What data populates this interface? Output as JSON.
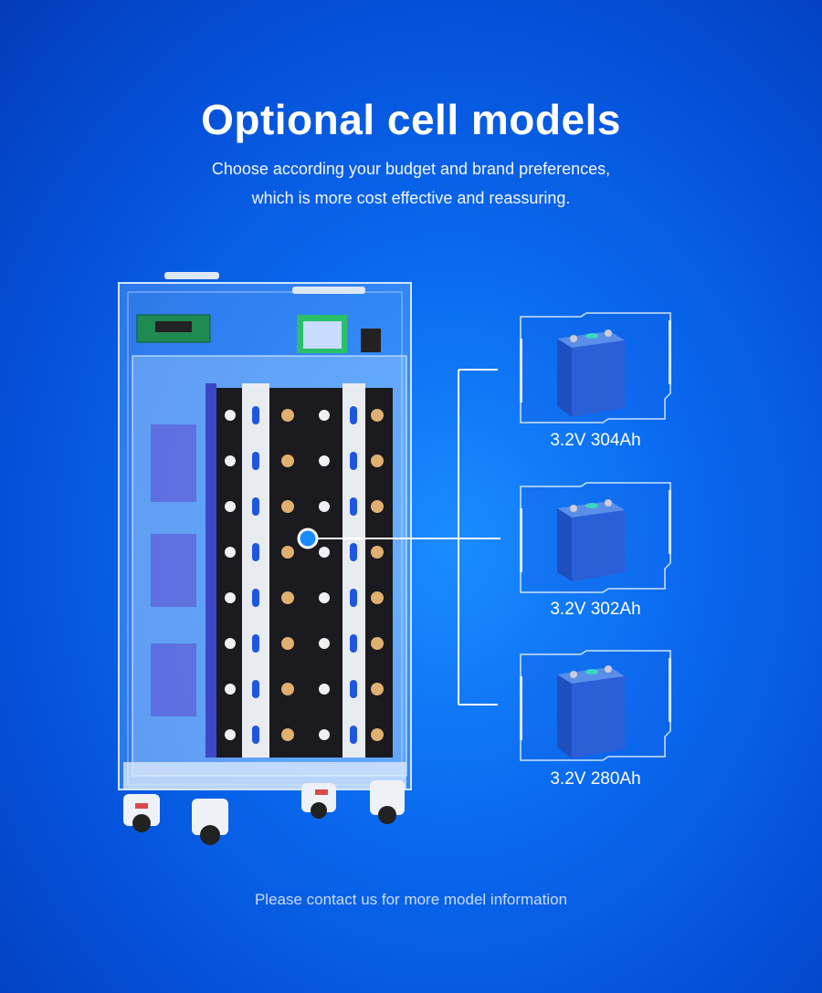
{
  "header": {
    "title": "Optional cell models",
    "subtitle_line1": "Choose according your budget and brand preferences,",
    "subtitle_line2": "which is more cost effective and reassuring."
  },
  "cells": [
    {
      "label": "3.2V 304Ah"
    },
    {
      "label": "3.2V 302Ah"
    },
    {
      "label": "3.2V 280Ah"
    }
  ],
  "footer": {
    "text": "Please contact us for more model information"
  },
  "colors": {
    "background": "#0a6bf0",
    "cell_body": "#2a5fd8",
    "connector_line": "#ffffff"
  }
}
